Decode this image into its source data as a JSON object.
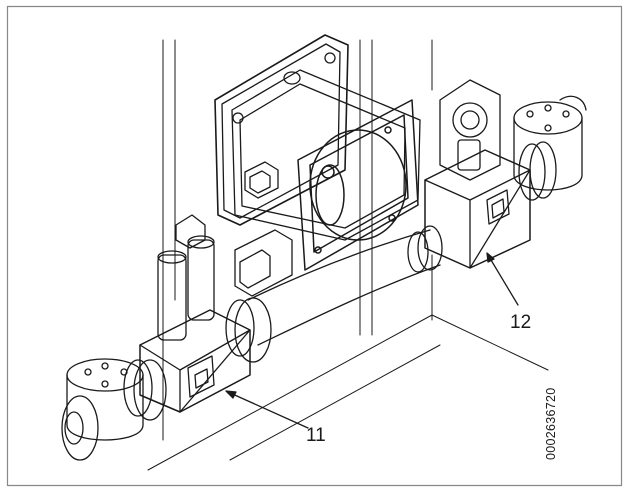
{
  "callouts": {
    "left_valve": "11",
    "right_valve": "12"
  },
  "document_number": "0002636720",
  "colors": {
    "line": "#1a1a1a",
    "frame": "#888888",
    "background": "#ffffff"
  }
}
